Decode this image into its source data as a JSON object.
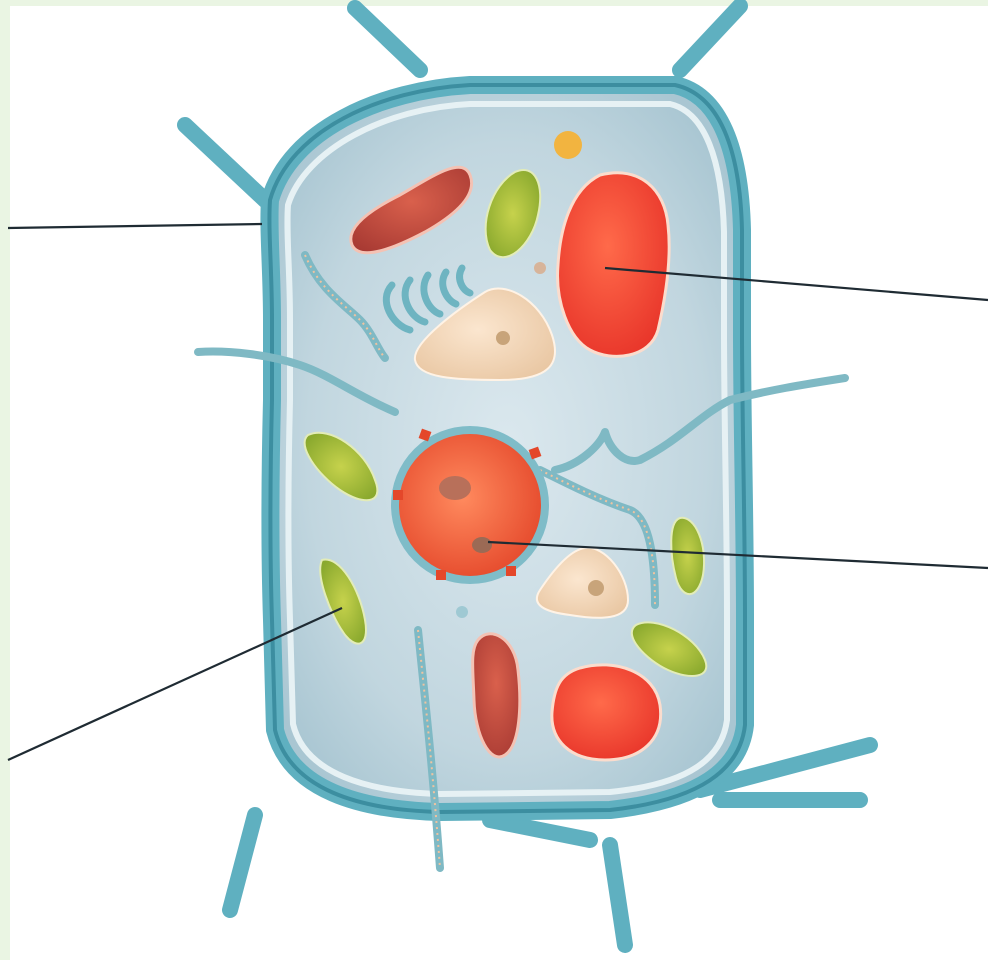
{
  "diagram": {
    "kind": "plant-cell-illustration",
    "background_text_visible": false,
    "labels": [],
    "pointers": [
      {
        "name": "cell-wall-pointer",
        "target": "cell-wall"
      },
      {
        "name": "vacuole-pointer",
        "target": "vacuole"
      },
      {
        "name": "nucleolus-pointer",
        "target": "nucleolus"
      },
      {
        "name": "chloroplast-pointer",
        "target": "chloroplast"
      }
    ],
    "colors": {
      "wall": "#5fb0c0",
      "wall_dark": "#3c8ea0",
      "cytoplasm": "#b9cfd9",
      "nucleus": "#f05a36",
      "vacuole": "#f04a34",
      "mitochondrion": "#c8443a",
      "chloroplast": "#a9c23a",
      "golgi_vesicle": "#f2d6b8",
      "er": "#7fb9c4",
      "frame": "#eaf5e3",
      "pointer": "#1f2b33"
    }
  }
}
